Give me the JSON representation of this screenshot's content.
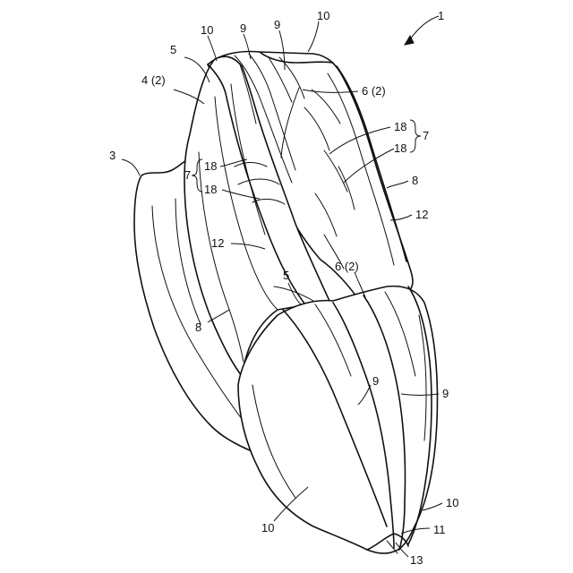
{
  "labels": {
    "l1": "1",
    "l3": "3",
    "l4": "4 (2)",
    "l5a": "5",
    "l5b": "5",
    "l6a": "6 (2)",
    "l6b": "6 (2)",
    "l7a": "7",
    "l7b": "7",
    "l8a": "8",
    "l8b": "8",
    "l9a": "9",
    "l9b": "9",
    "l9c": "9",
    "l9d": "9",
    "l10a": "10",
    "l10b": "10",
    "l10c": "10",
    "l10d": "10",
    "l11": "11",
    "l12a": "12",
    "l12b": "12",
    "l13": "13",
    "l18a": "18",
    "l18b": "18",
    "l18c": "18",
    "l18d": "18"
  }
}
